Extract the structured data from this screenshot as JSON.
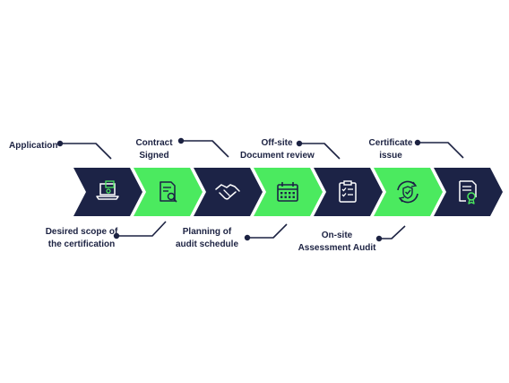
{
  "colors": {
    "navy": "#1c2346",
    "green": "#4bea5f",
    "line": "#1c2242",
    "icon_light": "#ffffff",
    "icon_dark": "#1c2346",
    "text": "#1c2242"
  },
  "steps": [
    {
      "label_lines": [
        "Application"
      ],
      "icon": "laptop-certificate-icon",
      "color": "navy"
    },
    {
      "label_lines": [
        "Desired scope of",
        "the certification"
      ],
      "icon": "document-search-icon",
      "color": "green"
    },
    {
      "label_lines": [
        "Contract",
        "Signed"
      ],
      "icon": "handshake-icon",
      "color": "navy"
    },
    {
      "label_lines": [
        "Planning of",
        "audit schedule"
      ],
      "icon": "calendar-icon",
      "color": "green"
    },
    {
      "label_lines": [
        "Off-site",
        "Document review"
      ],
      "icon": "clipboard-checklist-icon",
      "color": "navy"
    },
    {
      "label_lines": [
        "On-site",
        "Assessment Audit"
      ],
      "icon": "cycle-shield-check-icon",
      "color": "green"
    },
    {
      "label_lines": [
        "Certificate",
        "issue"
      ],
      "icon": "certificate-ribbon-icon",
      "color": "navy"
    }
  ]
}
